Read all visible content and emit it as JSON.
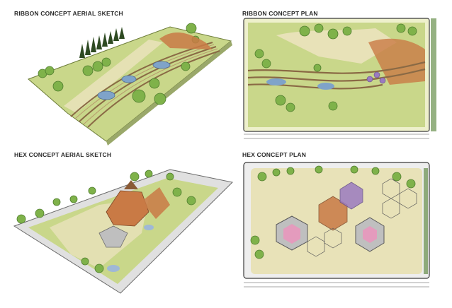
{
  "panels": [
    {
      "title": "RIBBON CONCEPT AERIAL SKETCH"
    },
    {
      "title": "RIBBON CONCEPT PLAN"
    },
    {
      "title": "HEX CONCEPT AERIAL SKETCH"
    },
    {
      "title": "HEX CONCEPT PLAN"
    }
  ],
  "colors": {
    "grass": "#c9d78a",
    "meadow": "#e8e2b8",
    "tree": "#7fb24a",
    "tree_dark": "#4f7d2e",
    "ribbon": "#9b7a52",
    "water": "#7fa3c9",
    "terracotta": "#c97a45",
    "purple": "#9b7bc0",
    "pink": "#e49bbd",
    "ink": "#3a3a3a"
  }
}
